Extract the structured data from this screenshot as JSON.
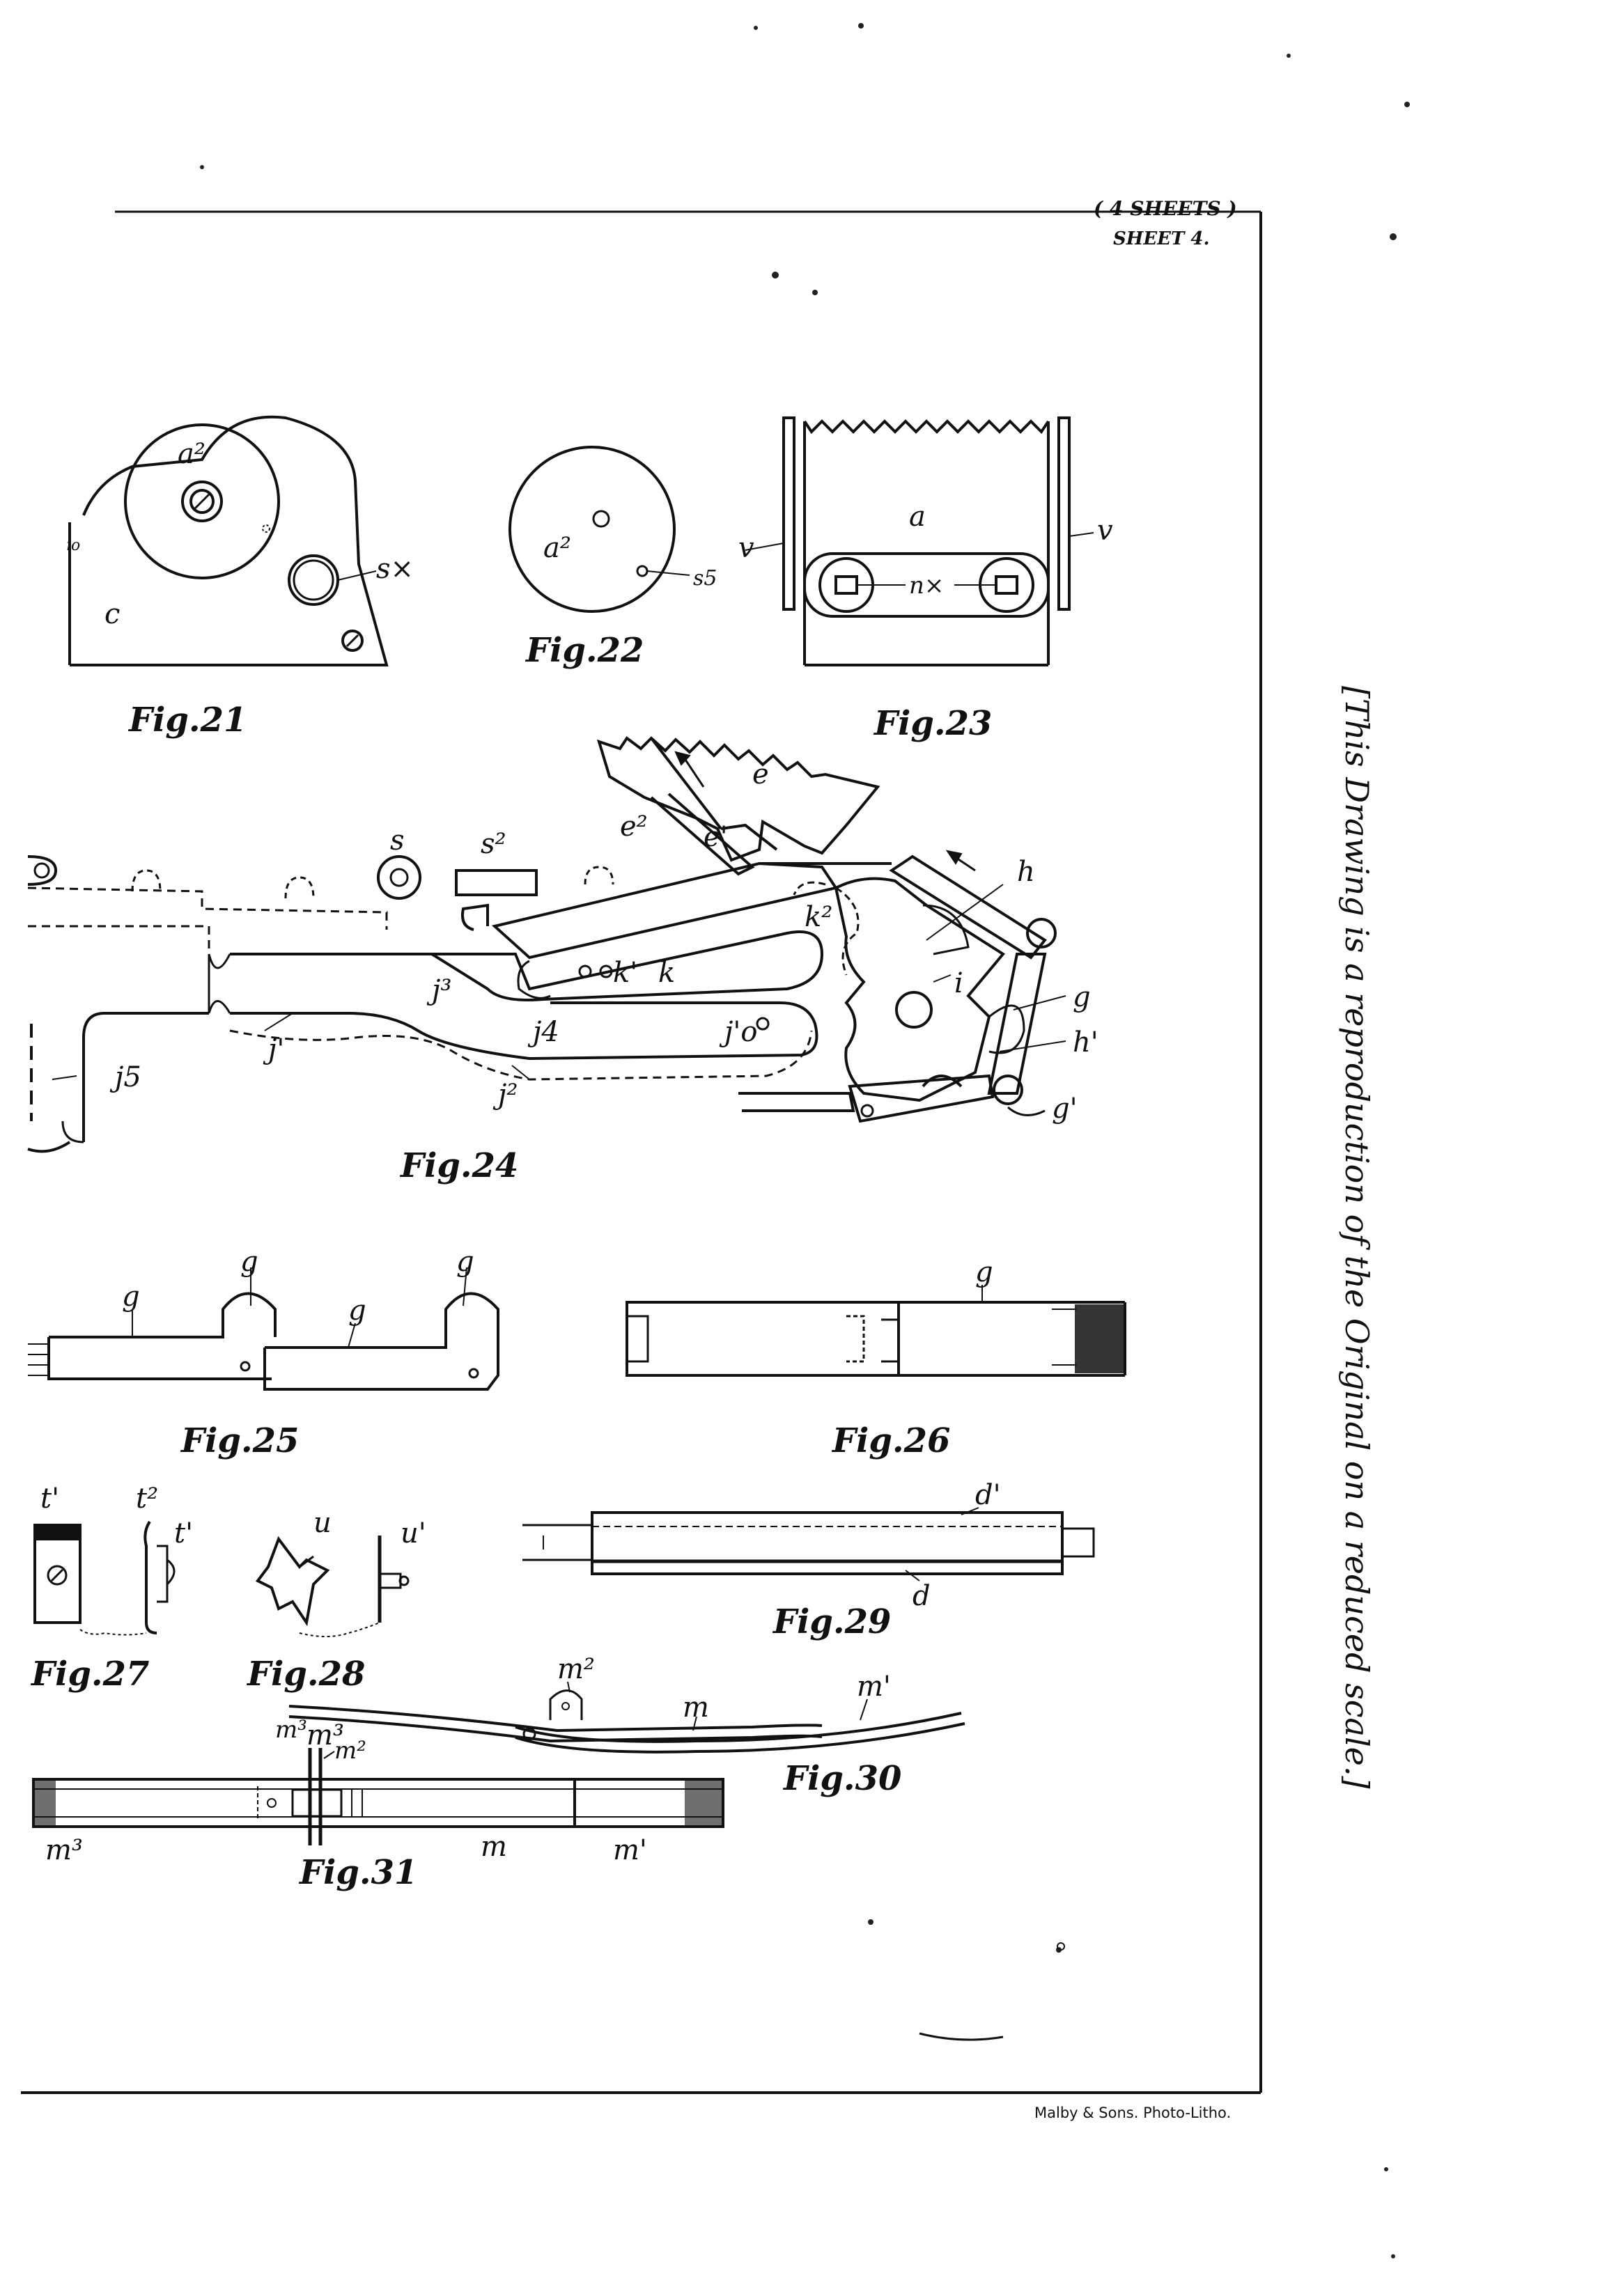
{
  "header": {
    "sheets": "( 4 SHEETS )",
    "sheet": "SHEET 4."
  },
  "side_note": "[This Drawing is a reproduction of the Original on a reduced scale.]",
  "credit": "Malby & Sons. Photo-Litho.",
  "figures": {
    "fig21": "Fig.21",
    "fig22": "Fig.22",
    "fig23": "Fig.23",
    "fig24": "Fig.24",
    "fig25": "Fig.25",
    "fig26": "Fig.26",
    "fig27": "Fig.27",
    "fig28": "Fig.28",
    "fig29": "Fig.29",
    "fig30": "Fig.30",
    "fig31": "Fig.31"
  },
  "labels": {
    "a2": "a²",
    "sx": "s×",
    "c": "c",
    "s5": "s5",
    "v": "v",
    "a": "a",
    "nx": "n×",
    "e": "e",
    "e1": "e'",
    "e2": "e²",
    "s": "s",
    "s2": "s²",
    "h": "h",
    "i": "i",
    "k": "k",
    "k1": "k'",
    "k2": "k²",
    "j1": "j'",
    "j1o": "j'o",
    "j2": "j²",
    "j3": "j³",
    "j4": "j4",
    "j5": "j5",
    "g": "g",
    "g1": "g'",
    "h1": "h'",
    "t1": "t'",
    "t2": "t²",
    "u": "u",
    "u1": "u'",
    "d": "d",
    "d1": "d'",
    "m": "m",
    "m1": "m'",
    "m2": "m²",
    "m3": "m³"
  }
}
